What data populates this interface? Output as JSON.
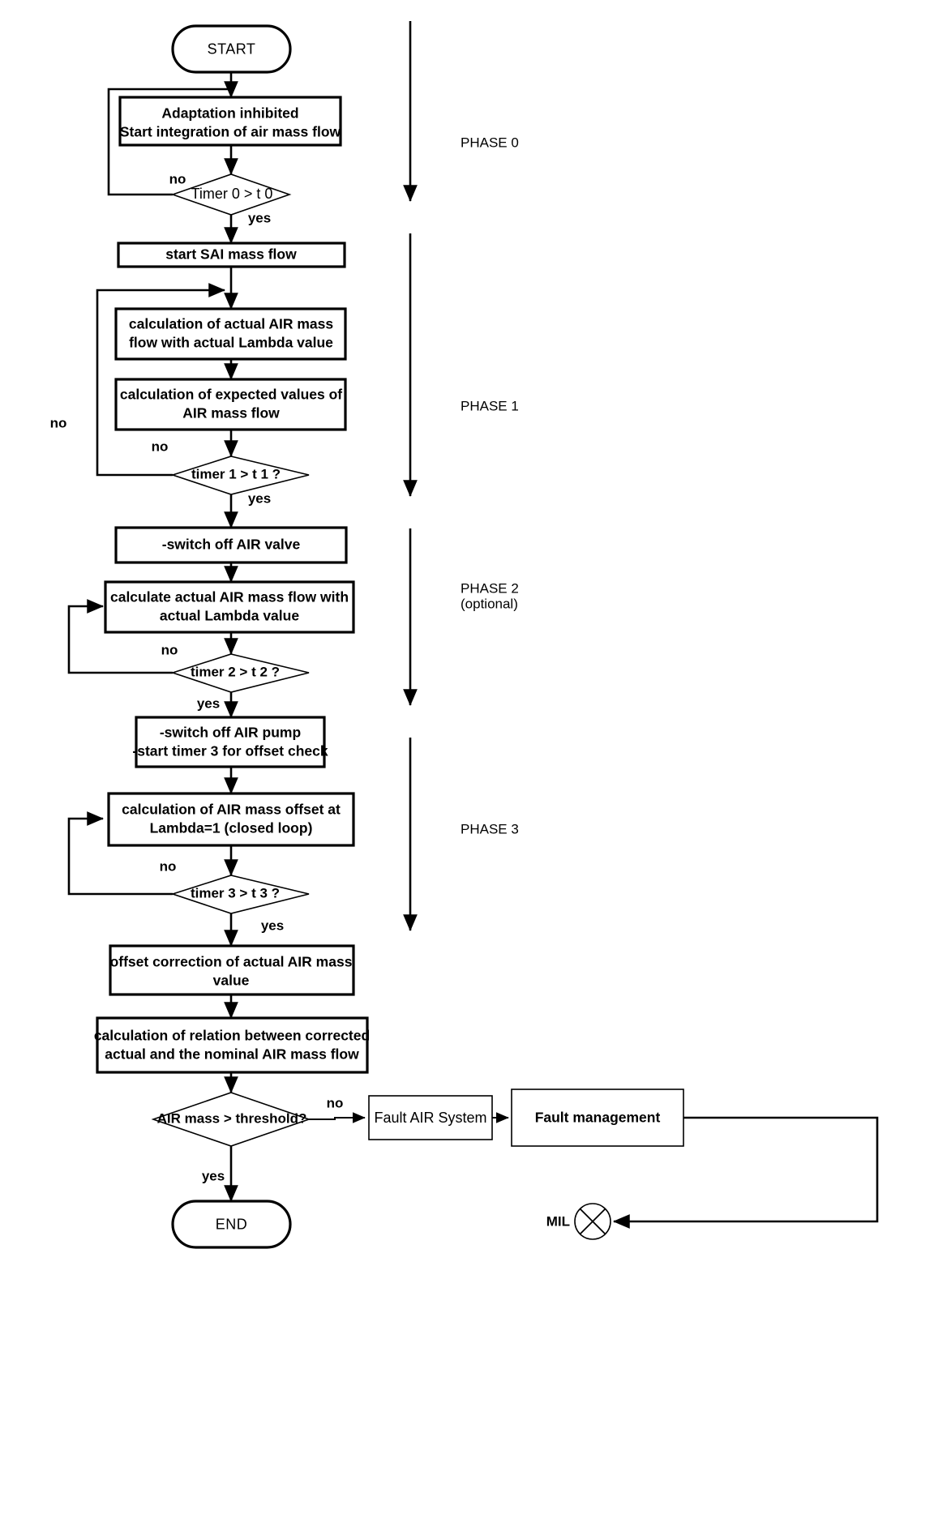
{
  "diagram": {
    "title": "Secondary AIR system adaptation flowchart",
    "nodes": {
      "start": {
        "label": "START",
        "type": "terminator"
      },
      "p0_box": {
        "line1": "Adaptation inhibited",
        "line2": "Start integration of air mass flow",
        "type": "process"
      },
      "p0_dec": {
        "label": "Timer 0 > t 0",
        "type": "decision"
      },
      "start_sai": {
        "label": "start  SAI mass flow",
        "type": "process"
      },
      "p1_calc_actual": {
        "line1": "calculation of actual  AIR mass",
        "line2": "flow with actual Lambda value",
        "type": "process"
      },
      "p1_calc_expected": {
        "line1": "calculation of expected values of",
        "line2": "AIR mass flow",
        "type": "process"
      },
      "p1_dec": {
        "label": "timer 1 > t 1 ?",
        "type": "decision"
      },
      "switch_off_valve": {
        "label": "-switch off AIR valve",
        "type": "process"
      },
      "p2_calc": {
        "line1": "calculate actual AIR mass flow with",
        "line2": "actual Lambda value",
        "type": "process"
      },
      "p2_dec": {
        "label": "timer  2 > t 2 ?",
        "type": "decision"
      },
      "switch_off_pump": {
        "line1": "-switch off AIR pump",
        "line2": "-start timer 3 for offset check",
        "type": "process"
      },
      "p3_calc": {
        "line1": "calculation of AIR mass offset at",
        "line2": "Lambda=1 (closed loop)",
        "type": "process"
      },
      "p3_dec": {
        "label": "timer 3 >  t 3 ?",
        "type": "decision"
      },
      "offset_corr": {
        "line1": "offset correction of actual AIR  mass",
        "line2": "value",
        "type": "process"
      },
      "relation": {
        "line1": "calculation of relation between corrected",
        "line2": "actual and the nominal AIR mass flow",
        "type": "process"
      },
      "final_dec": {
        "label": "AIR  mass  > threshold?",
        "type": "decision"
      },
      "fault_air": {
        "label": "Fault AIR System",
        "type": "process"
      },
      "fault_mgmt": {
        "label": "Fault management",
        "type": "process"
      },
      "mil": {
        "label": "MIL",
        "type": "lamp"
      },
      "end": {
        "label": "END",
        "type": "terminator"
      }
    },
    "edge_labels": {
      "p0_no": "no",
      "p0_yes": "yes",
      "p1_outer_no": "no",
      "p1_inner_no": "no",
      "p1_yes": "yes",
      "p2_no": "no",
      "p2_yes": "yes",
      "p3_no": "no",
      "p3_yes": "yes",
      "final_no": "no",
      "final_yes": "yes"
    },
    "phases": [
      {
        "id": "phase0",
        "label": "PHASE 0",
        "sub": ""
      },
      {
        "id": "phase1",
        "label": "PHASE 1",
        "sub": ""
      },
      {
        "id": "phase2",
        "label": "PHASE 2",
        "sub": "(optional)"
      },
      {
        "id": "phase3",
        "label": "PHASE 3",
        "sub": ""
      }
    ],
    "colors": {
      "stroke": "#000000",
      "fill": "#ffffff",
      "text": "#000000"
    }
  }
}
